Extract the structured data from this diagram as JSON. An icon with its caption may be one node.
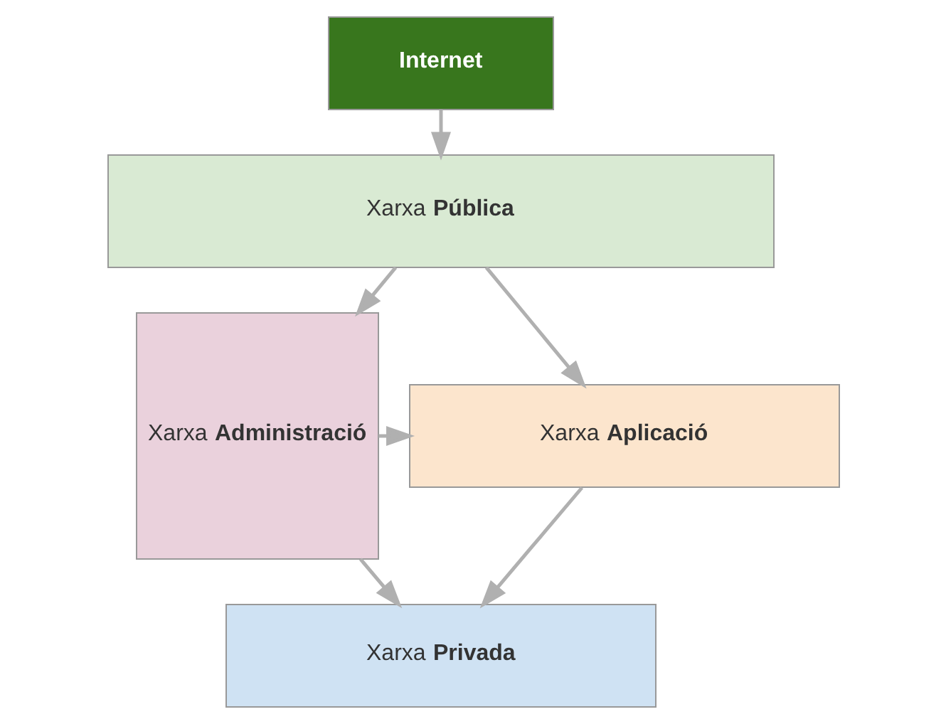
{
  "diagram": {
    "nodes": [
      {
        "text": [
          "Internet"
        ]
      },
      {
        "text": [
          "Xarxa **Pública**"
        ]
      },
      {
        "text": [
          "Xarxa **Administració**"
        ]
      },
      {
        "text": [
          "Xarxa **Aplicació**"
        ]
      },
      {
        "text": [
          "Xarxa **Privada**"
        ]
      }
    ],
    "edges": [
      {
        "from": 0,
        "to": 1,
        "arrow": "to"
      },
      {
        "from": 1,
        "to": 2,
        "arrow": "to"
      },
      {
        "from": 1,
        "to": 3,
        "arrow": "to"
      },
      {
        "from": 2,
        "to": 3,
        "arrow": "to"
      },
      {
        "from": 2,
        "to": 4,
        "arrow": "to"
      },
      {
        "from": 3,
        "to": 4,
        "arrow": "to"
      }
    ]
  }
}
